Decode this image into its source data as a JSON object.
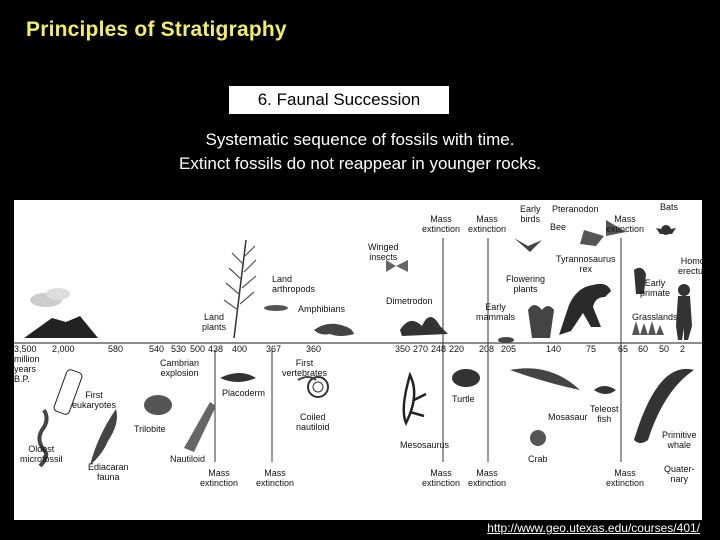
{
  "slide": {
    "title": "Principles of Stratigraphy",
    "subtitle": "6. Faunal Succession",
    "desc_line1": "Systematic sequence of fossils with time.",
    "desc_line2": "Extinct fossils do not reappear in younger rocks.",
    "url": "http://www.geo.utexas.edu/courses/401/"
  },
  "timeline": {
    "ticks": [
      "3,500\nmillion\nyears\nB.P.",
      "2,000",
      "580",
      "540",
      "530",
      "500",
      "438",
      "400",
      "367",
      "360",
      "350",
      "270",
      "248",
      "220",
      "208",
      "205",
      "140",
      "75",
      "65",
      "60",
      "50",
      "2"
    ]
  },
  "labels": {
    "mass_extinction_top_1": "Mass\nextinction",
    "mass_extinction_top_2": "Mass\nextinction",
    "mass_extinction_top_3": "Mass\nextinction",
    "early_birds": "Early\nbirds",
    "pteranodon": "Pteranodon",
    "bee": "Bee",
    "bats": "Bats",
    "winged_insects": "Winged\ninsects",
    "land_arthropods": "Land\narthropods",
    "amphibians": "Amphibians",
    "land_plants": "Land\nplants",
    "dimetrodon": "Dimetrodon",
    "tyrannosaurus": "Tyrannosaurus\nrex",
    "flowering_plants": "Flowering\nplants",
    "early_mammals": "Early\nmammals",
    "early_primate": "Early\nprimate",
    "homo_erectus": "Homo\nerectus",
    "grasslands": "Grasslands",
    "first_eukaryotes": "First\neukaryotes",
    "oldest_microfossil": "Oldest\nmicrofossil",
    "ediacaran_fauna": "Ediacaran\nfauna",
    "cambrian_explosion": "Cambrian\nexplosion",
    "trilobite": "Trilobite",
    "nautiloid": "Nautiloid",
    "placoderm": "Placoderm",
    "first_vertebrates": "First\nvertebrates",
    "coiled_nautiloid": "Coiled\nnautiloid",
    "mesosaurus": "Mesosaurus",
    "turtle": "Turtle",
    "mosasaur": "Mosasaur",
    "crab": "Crab",
    "teleost_fish": "Teleost\nfish",
    "primitive_whale": "Primitive\nwhale",
    "quaternary": "Quater-\nnary",
    "mass_extinction_bot_1": "Mass\nextinction",
    "mass_extinction_bot_2": "Mass\nextinction",
    "mass_extinction_bot_3": "Mass\nextinction",
    "mass_extinction_bot_4": "Mass\nextinction",
    "mass_extinction_bot_5": "Mass\nextinction"
  }
}
